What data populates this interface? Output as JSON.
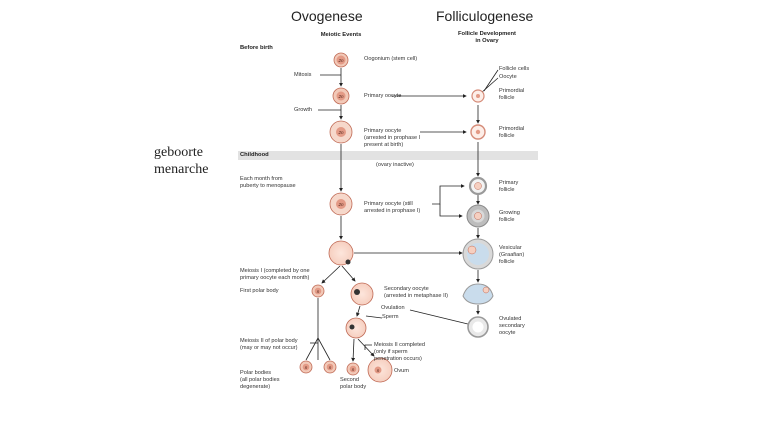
{
  "headings": {
    "left": "Ovogenese",
    "right": "Folliculogenese"
  },
  "side_labels": {
    "line1": "geboorte",
    "line2": "menarche"
  },
  "columns": {
    "meiotic": "Meiotic Events",
    "follicle_1": "Follicle Development",
    "follicle_2": "in Ovary"
  },
  "periods": {
    "before_birth": "Before birth",
    "childhood": "Childhood",
    "monthly_1": "Each month from",
    "monthly_2": "puberty to menopause"
  },
  "cell_glyphs": {
    "diploid": "2n",
    "haploid": "n"
  },
  "labels": {
    "oogonium": "Oogonium (stem cell)",
    "mitosis": "Mitosis",
    "primary_oocyte": "Primary oocyte",
    "growth": "Growth",
    "primary_oocyte_arrested_1": "Primary oocyte",
    "primary_oocyte_arrested_2": "(arrested in prophase I",
    "primary_oocyte_arrested_3": "present at birth)",
    "ovary_inactive": "(ovary inactive)",
    "primary_still_1": "Primary oocyte (still",
    "primary_still_2": "arrested in prophase I)",
    "meiosis1_1": "Meiosis I (completed by one",
    "meiosis1_2": "primary oocyte each month)",
    "first_polar_body": "First polar body",
    "secondary_oocyte_1": "Secondary oocyte",
    "secondary_oocyte_2": "(arrested in metaphase II)",
    "ovulation": "Ovulation",
    "sperm": "Sperm",
    "meiosis2_polar_1": "Meiosis II of polar body",
    "meiosis2_polar_2": "(may or may not occur)",
    "meiosis2_done_1": "Meiosis II completed",
    "meiosis2_done_2": "(only if sperm",
    "meiosis2_done_3": "penetration occurs)",
    "polar_bodies_1": "Polar bodies",
    "polar_bodies_2": "(all polar bodies",
    "polar_bodies_3": "degenerate)",
    "second_polar_1": "Second",
    "second_polar_2": "polar body",
    "ovum": "Ovum"
  },
  "follicle_labels": {
    "follicle_cells": "Follicle cells",
    "oocyte": "Oocyte",
    "primordial_1": "Primordial",
    "primordial_2": "follicle",
    "primordial_b1": "Primordial",
    "primordial_b2": "follicle",
    "primary_1": "Primary",
    "primary_2": "follicle",
    "growing_1": "Growing",
    "growing_2": "follicle",
    "vesicular_1": "Vesicular",
    "vesicular_2": "(Graafian)",
    "vesicular_3": "follicle",
    "ovulated_1": "Ovulated",
    "ovulated_2": "secondary",
    "ovulated_3": "oocyte"
  },
  "colors": {
    "cell_fill": "#f2c9b8",
    "cell_stroke": "#c06a55",
    "nucleus": "#e39a86",
    "follicle_ring": "#9a9a9a",
    "antrum": "#c9dcec",
    "band": "#e2e2e2"
  }
}
